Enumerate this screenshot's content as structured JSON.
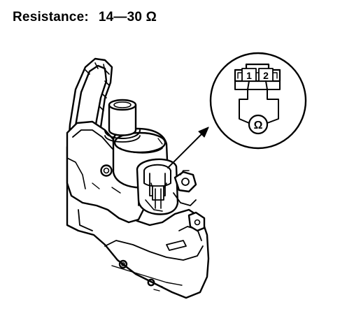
{
  "spec": {
    "label": "Resistance:",
    "value": "14—30 Ω"
  },
  "connector": {
    "pin1": "1",
    "pin2": "2",
    "meter_symbol": "Ω"
  }
}
